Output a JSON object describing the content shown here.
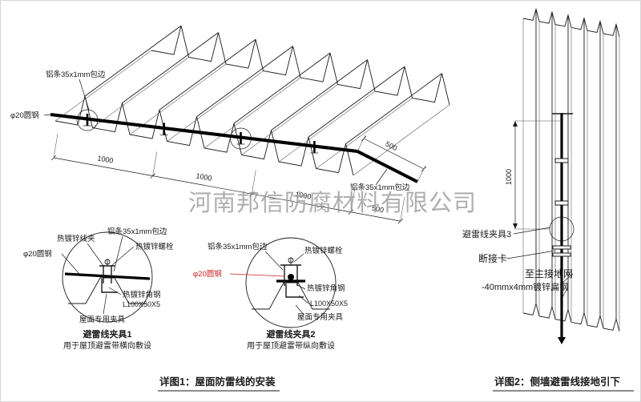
{
  "watermark": "河南邦信防腐材料有限公司",
  "main_view": {
    "label_strip_top": "铝条35x1mm包边",
    "label_strip_right": "铝条35x1mm包边",
    "label_rod": "φ20圆钢",
    "dims_bottom": [
      "1000",
      "1000",
      "1000",
      "500"
    ],
    "dim_right": "500"
  },
  "detail1": {
    "title": "避雷线夹具1",
    "subtitle": "用于屋顶避雷带横向敷设",
    "label_clamp": "热镀锌线夹",
    "label_strip": "铝条35x1mm包边",
    "label_bolt": "热镀锌螺栓",
    "label_rod": "φ20圆钢",
    "label_angle": "热镀锌角钢",
    "label_angle_size": "L100X50X5",
    "label_roof_clamp": "屋面专用夹具"
  },
  "detail2": {
    "title": "避雷线夹具2",
    "subtitle": "用于屋顶避雷带纵向敷设",
    "label_strip": "铝条35x1mm包边",
    "label_bolt": "热镀锌螺栓",
    "label_rod": "φ20圆钢",
    "label_angle": "热镀锌角钢",
    "label_angle_size": "L100X50X5",
    "label_roof_clamp": "屋面专用夹具"
  },
  "wall_view": {
    "dim_vertical": "1000",
    "label_clamp3": "避雷线夹具3",
    "label_disconnect": "断接卡",
    "label_ground": "至主接地网",
    "label_flat_steel": "-40mmx4mm镀锌扁钢"
  },
  "captions": {
    "detail1": "详图1：屋面防雷线的安装",
    "detail2": "详图2：侧墙避雷线接地引下"
  },
  "colors": {
    "accent_red": "#cc2222",
    "line": "#1a1a1a",
    "watermark": "#9b9b9b"
  }
}
